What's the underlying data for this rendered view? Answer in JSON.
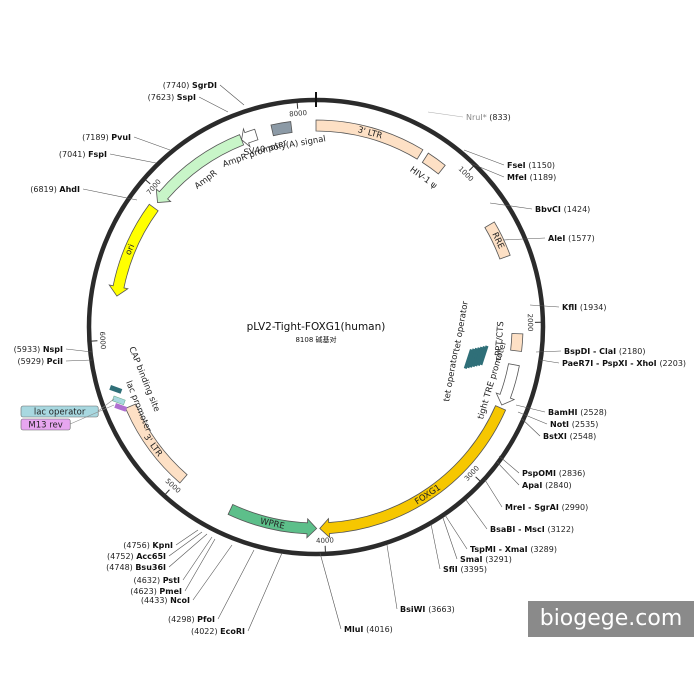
{
  "title": "pLV2-Tight-FOXG1(human)",
  "subtitle": "8108 碱基对",
  "watermark": "biogege.com",
  "total_bp": 8108,
  "ticks": [
    {
      "bp": 1000,
      "label": "1000"
    },
    {
      "bp": 2000,
      "label": "2000"
    },
    {
      "bp": 3000,
      "label": "3000"
    },
    {
      "bp": 4000,
      "label": "4000"
    },
    {
      "bp": 5000,
      "label": "5000"
    },
    {
      "bp": 6000,
      "label": "6000"
    },
    {
      "bp": 7000,
      "label": "7000"
    },
    {
      "bp": 8000,
      "label": "8000"
    }
  ],
  "features": [
    {
      "name": "3' LTR",
      "start": 8108,
      "end": 700,
      "dir": "none",
      "color": "#fde0c5",
      "label": "3' LTR",
      "label_pos": "on"
    },
    {
      "name": "HIV-1 ψ",
      "start": 740,
      "end": 870,
      "dir": "none",
      "color": "#fde0c5",
      "label": "HIV-1 ψ",
      "label_pos": "inside"
    },
    {
      "name": "RRE",
      "start": 1340,
      "end": 1570,
      "dir": "none",
      "color": "#fde0c5",
      "label": "RRE",
      "label_pos": "on"
    },
    {
      "name": "cPPT/CTS",
      "start": 2070,
      "end": 2180,
      "dir": "none",
      "color": "#fde0c5",
      "label": "cPPT/CTS",
      "label_pos": "inside"
    },
    {
      "name": "tight TRE promoter",
      "start": 2270,
      "end": 2540,
      "dir": "cw",
      "color": "#ffffff",
      "label": "tight TRE promoter",
      "label_pos": "inside"
    },
    {
      "name": "FOXG1",
      "start": 2560,
      "end": 4030,
      "dir": "cw",
      "color": "#f6c700",
      "label": "FOXG1",
      "label_pos": "on"
    },
    {
      "name": "WPRE",
      "start": 4050,
      "end": 4620,
      "dir": "ccw",
      "color": "#5dbf8a",
      "label": "WPRE",
      "label_pos": "on"
    },
    {
      "name": "3' LTR",
      "start": 4980,
      "end": 5560,
      "dir": "none",
      "color": "#fde0c5",
      "label": "3' LTR",
      "label_pos": "on"
    },
    {
      "name": "ori",
      "start": 6280,
      "end": 6900,
      "dir": "ccw",
      "color": "#ffff00",
      "label": "ori",
      "label_pos": "on"
    },
    {
      "name": "AmpR",
      "start": 6940,
      "end": 7620,
      "dir": "ccw",
      "color": "#c8f5c8",
      "label": "AmpR",
      "label_pos": "inside"
    },
    {
      "name": "AmpR promoter",
      "start": 7620,
      "end": 7720,
      "dir": "ccw",
      "color": "#ffffff",
      "label": "AmpR promoter",
      "label_pos": "inside"
    },
    {
      "name": "SV40 poly(A) signal",
      "start": 7825,
      "end": 7950,
      "dir": "none",
      "color": "#8c9aa6",
      "label": "SV40 poly(A) signal",
      "label_pos": "inside"
    }
  ],
  "operators": {
    "label_a": "tet operator",
    "label_b": "tet operator",
    "color": "#2f6f78"
  },
  "cap_labels": {
    "cap": "CAP binding site",
    "lac_promoter": "lac promoter"
  },
  "sites_right": [
    {
      "name": "NruI*",
      "pos": "(833)",
      "gray": true
    },
    {
      "name": "FseI",
      "pos": "(1150)"
    },
    {
      "name": "MfeI",
      "pos": "(1189)"
    },
    {
      "name": "BbvCI",
      "pos": "(1424)"
    },
    {
      "name": "AleI",
      "pos": "(1577)"
    },
    {
      "name": "KflI",
      "pos": "(1934)"
    },
    {
      "name": "BspDI - ClaI",
      "pos": "(2180)"
    },
    {
      "name": "PaeR7I - PspXI - XhoI",
      "pos": "(2203)"
    },
    {
      "name": "BamHI",
      "pos": "(2528)"
    },
    {
      "name": "NotI",
      "pos": "(2535)"
    },
    {
      "name": "BstXI",
      "pos": "(2548)"
    },
    {
      "name": "PspOMI",
      "pos": "(2836)"
    },
    {
      "name": "ApaI",
      "pos": "(2840)"
    },
    {
      "name": "MreI - SgrAI",
      "pos": "(2990)"
    },
    {
      "name": "BsaBI - MscI",
      "pos": "(3122)"
    },
    {
      "name": "TspMI - XmaI",
      "pos": "(3289)"
    },
    {
      "name": "SmaI",
      "pos": "(3291)"
    },
    {
      "name": "SfiI",
      "pos": "(3395)"
    },
    {
      "name": "BsiWI",
      "pos": "(3663)"
    },
    {
      "name": "MluI",
      "pos": "(4016)"
    }
  ],
  "sites_left": [
    {
      "name": "SgrDI",
      "pos": "(7740)"
    },
    {
      "name": "SspI",
      "pos": "(7623)"
    },
    {
      "name": "PvuI",
      "pos": "(7189)"
    },
    {
      "name": "FspI",
      "pos": "(7041)"
    },
    {
      "name": "AhdI",
      "pos": "(6819)"
    },
    {
      "name": "NspI",
      "pos": "(5933)"
    },
    {
      "name": "PciI",
      "pos": "(5929)"
    },
    {
      "name": "KpnI",
      "pos": "(4756)"
    },
    {
      "name": "Acc65I",
      "pos": "(4752)"
    },
    {
      "name": "Bsu36I",
      "pos": "(4748)"
    },
    {
      "name": "PstI",
      "pos": "(4632)"
    },
    {
      "name": "PmeI",
      "pos": "(4623)"
    },
    {
      "name": "NcoI",
      "pos": "(4433)"
    },
    {
      "name": "PfoI",
      "pos": "(4298)"
    },
    {
      "name": "EcoRI",
      "pos": "(4022)"
    }
  ],
  "tags": [
    {
      "label": "lac operator",
      "color": "#a8d8e0"
    },
    {
      "label": "M13 rev",
      "color": "#e7a6f0"
    }
  ]
}
